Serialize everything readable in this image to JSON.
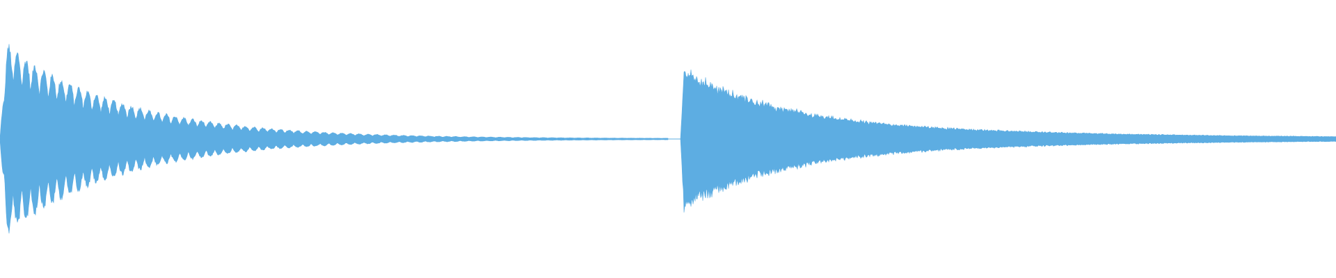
{
  "waveform": {
    "color": "#5dade2",
    "background": "#ffffff",
    "sounds": [
      {
        "name": "decaying-tremolo-tone",
        "peak_amplitude": 0.7,
        "decay": "fast",
        "modulation": "tremolo"
      },
      {
        "name": "decaying-noise-burst",
        "peak_amplitude": 0.53,
        "decay": "slow",
        "modulation": "none"
      }
    ]
  }
}
